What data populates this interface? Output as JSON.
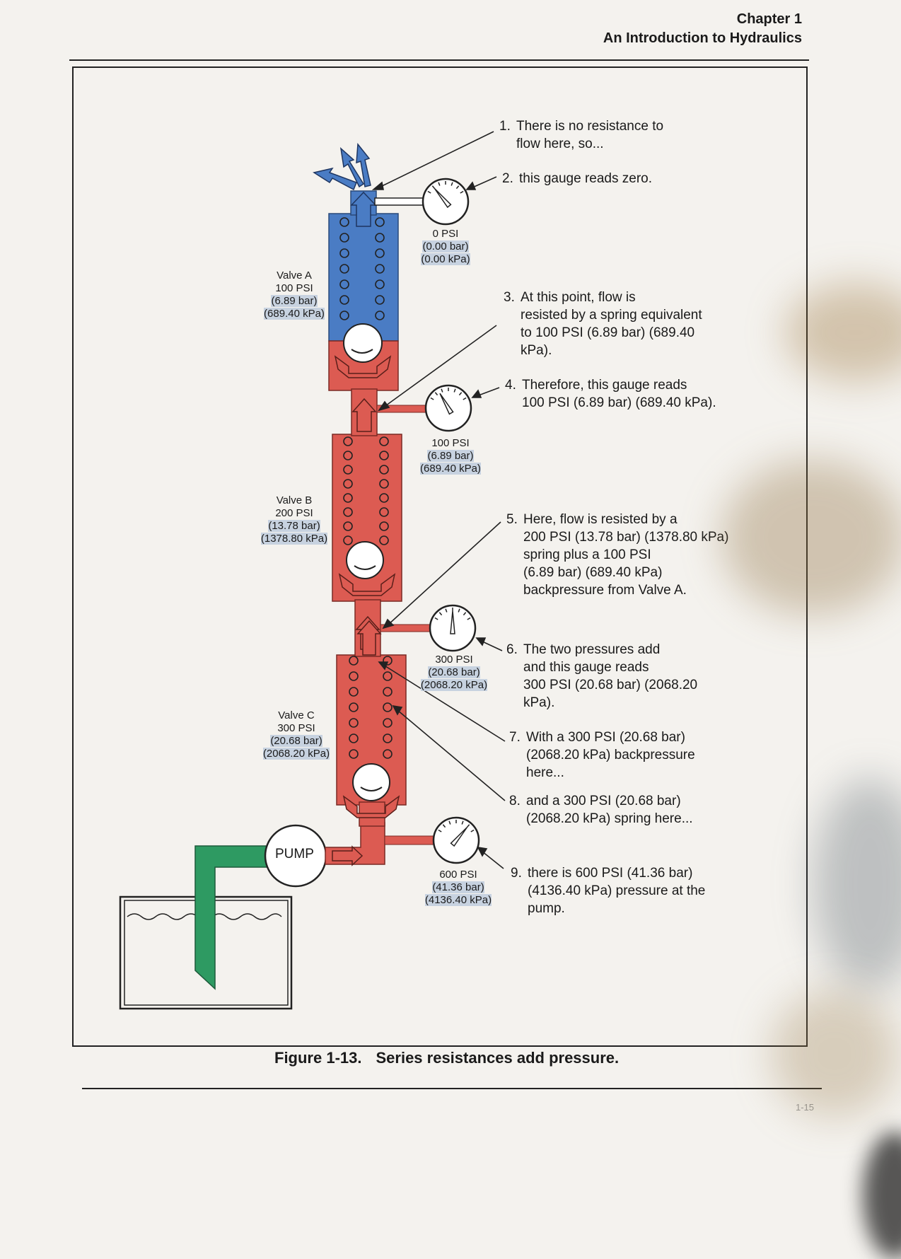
{
  "header": {
    "chapter": "Chapter 1",
    "title": "An Introduction to Hydraulics"
  },
  "valves": [
    {
      "name": "Valve A",
      "psi": "100 PSI",
      "bar": "(6.89 bar)",
      "kpa": "(689.40 kPa)"
    },
    {
      "name": "Valve B",
      "psi": "200 PSI",
      "bar": "(13.78 bar)",
      "kpa": "(1378.80 kPa)"
    },
    {
      "name": "Valve C",
      "psi": "300 PSI",
      "bar": "(20.68 bar)",
      "kpa": "(2068.20 kPa)"
    }
  ],
  "gauges": [
    {
      "psi": "0 PSI",
      "bar": "(0.00 bar)",
      "kpa": "(0.00 kPa)"
    },
    {
      "psi": "100 PSI",
      "bar": "(6.89 bar)",
      "kpa": "(689.40 kPa)"
    },
    {
      "psi": "300 PSI",
      "bar": "(20.68 bar)",
      "kpa": "(2068.20 kPa)"
    },
    {
      "psi": "600 PSI",
      "bar": "(41.36 bar)",
      "kpa": "(4136.40 kPa)"
    }
  ],
  "pump_label": "PUMP",
  "steps": [
    {
      "num": "1.",
      "lines": [
        "There is no resistance to",
        "flow here, so..."
      ]
    },
    {
      "num": "2.",
      "lines": [
        "this gauge reads zero."
      ]
    },
    {
      "num": "3.",
      "lines": [
        "At this point, flow is",
        "resisted by a spring equivalent",
        "to 100 PSI (6.89 bar) (689.40",
        "kPa)."
      ]
    },
    {
      "num": "4.",
      "lines": [
        "Therefore, this gauge reads",
        "100 PSI (6.89 bar) (689.40 kPa)."
      ]
    },
    {
      "num": "5.",
      "lines": [
        "Here, flow is resisted by a",
        "200 PSI (13.78 bar) (1378.80 kPa)",
        "spring plus a 100 PSI",
        "(6.89 bar) (689.40 kPa)",
        "backpressure from Valve A."
      ]
    },
    {
      "num": "6.",
      "lines": [
        "The two pressures add",
        "and this gauge reads",
        "300 PSI (20.68 bar) (2068.20",
        "kPa)."
      ]
    },
    {
      "num": "7.",
      "lines": [
        "With a 300 PSI (20.68 bar)",
        "(2068.20 kPa) backpressure",
        "here..."
      ]
    },
    {
      "num": "8.",
      "lines": [
        "and a 300 PSI (20.68 bar)",
        "(2068.20 kPa) spring here..."
      ]
    },
    {
      "num": "9.",
      "lines": [
        "there is 600 PSI (41.36 bar)",
        "(4136.40 kPa) pressure at the",
        "pump."
      ]
    }
  ],
  "caption": {
    "figure": "Figure 1-13.",
    "text": "Series resistances add pressure."
  },
  "page_number": "1-15",
  "colors": {
    "blue": "#4a7cc4",
    "red": "#dc5b52",
    "green": "#2e9a62",
    "highlight": "#c7d2e0"
  }
}
